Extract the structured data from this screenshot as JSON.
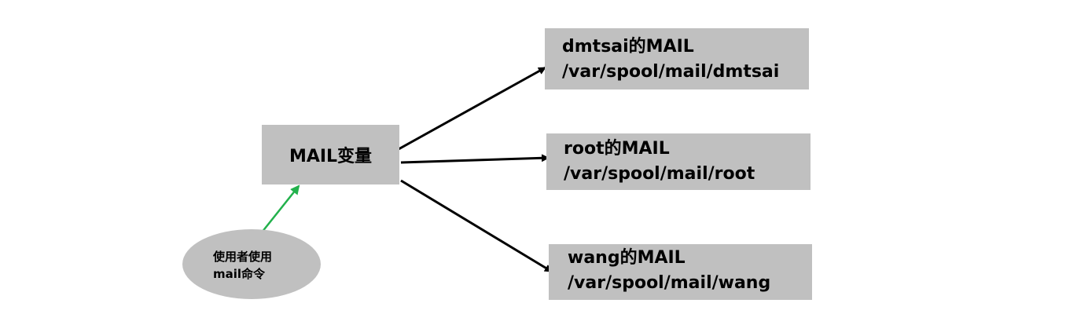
{
  "center": {
    "label": "MAIL变量"
  },
  "user": {
    "line1": "使用者使用",
    "line2": "mail命令"
  },
  "targets": [
    {
      "line1": "dmtsai的MAIL",
      "line2": "/var/spool/mail/dmtsai"
    },
    {
      "line1": "root的MAIL",
      "line2": "/var/spool/mail/root"
    },
    {
      "line1": "wang的MAIL",
      "line2": "/var/spool/mail/wang"
    }
  ],
  "colors": {
    "box_fill": "#c0c0c0",
    "arrow_black": "#000000",
    "arrow_green": "#22b14c"
  }
}
